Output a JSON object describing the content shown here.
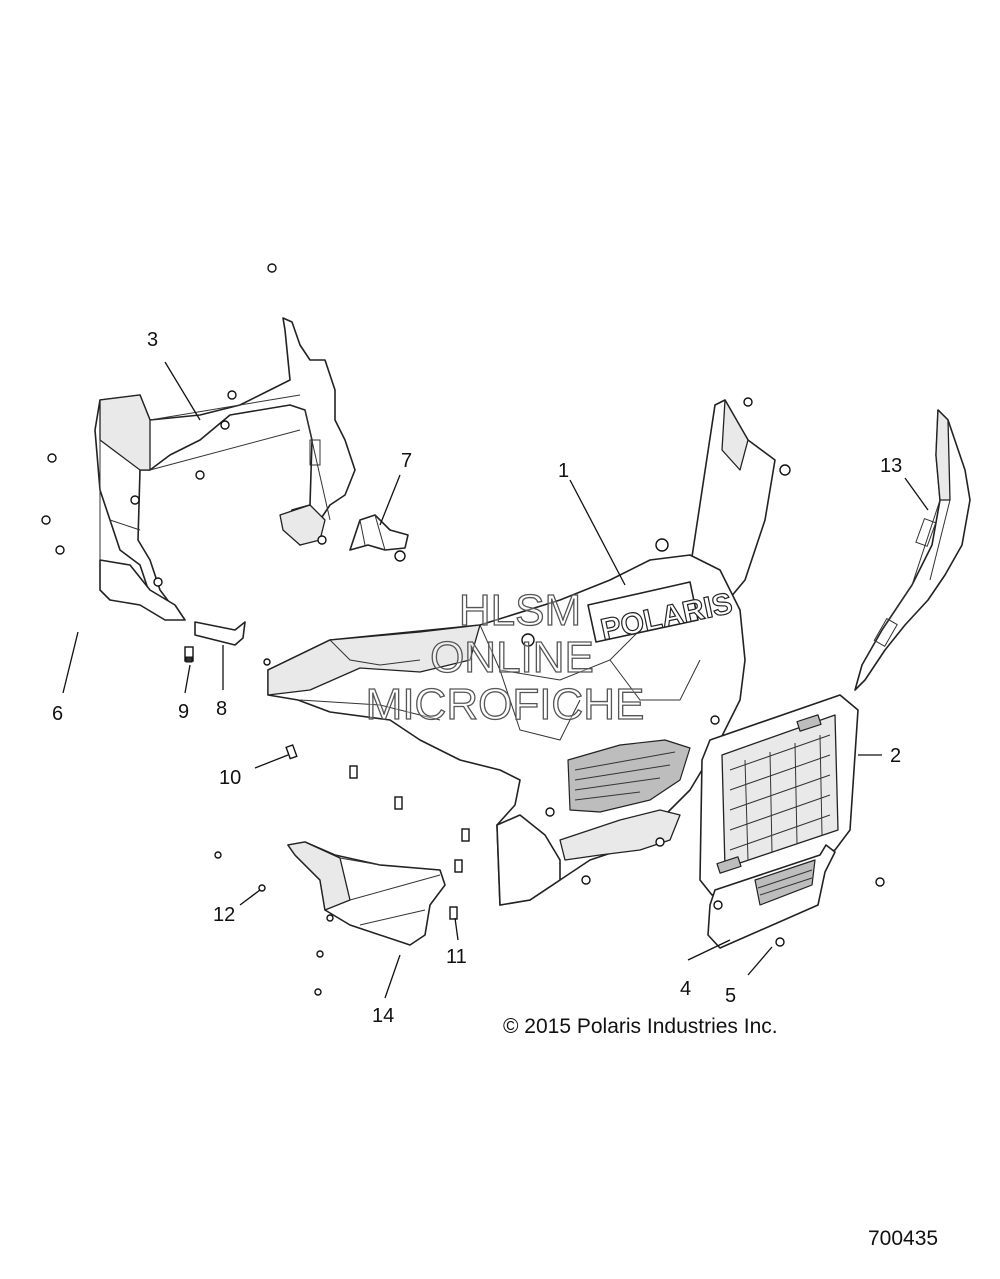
{
  "callouts": {
    "c1": "1",
    "c2": "2",
    "c3": "3",
    "c4": "4",
    "c5": "5",
    "c6": "6",
    "c7": "7",
    "c8": "8",
    "c9": "9",
    "c10": "10",
    "c11": "11",
    "c12": "12",
    "c13": "13",
    "c14": "14"
  },
  "watermark": {
    "line1": "HLSM",
    "line2": "ONLINE",
    "line3": "MICROFICHE"
  },
  "bumper_logo": "POLARIS",
  "copyright": "© 2015 Polaris Industries Inc.",
  "diagram_id": "700435"
}
